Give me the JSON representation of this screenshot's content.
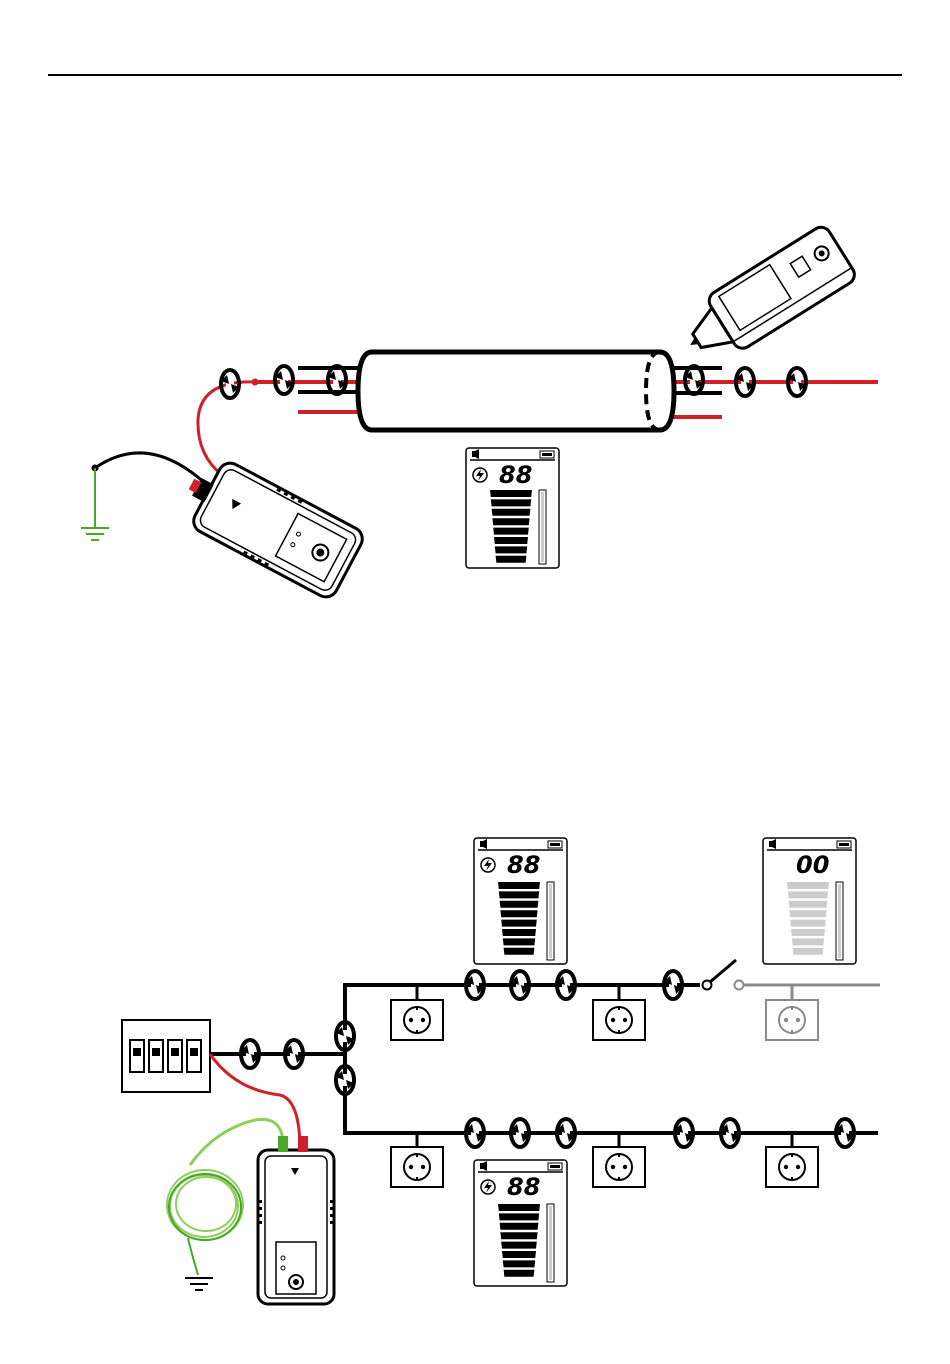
{
  "colors": {
    "cable": "#000000",
    "live": "#d0202a",
    "ground": "#4aa62a",
    "ground_coil": "#8ccf5a",
    "inactive": "#8a8a8a",
    "lcd_bg": "#ffffff",
    "lcd_inactive_bar": "#cccccc"
  },
  "icons": [
    "signal-arrow-icon",
    "ground-symbol-icon",
    "lightning-icon",
    "speaker-icon",
    "battery-icon",
    "socket-icon",
    "switch-icon",
    "breaker-icon"
  ],
  "figure1": {
    "display": {
      "value": "88",
      "state": "signal-strong",
      "bar_level": 1.0
    }
  },
  "figure2": {
    "display_top_left": {
      "value": "88",
      "state": "signal-strong",
      "bar_level": 1.0
    },
    "display_top_right": {
      "value": "00",
      "state": "no-signal",
      "bar_level": 0.0
    },
    "display_bottom": {
      "value": "88",
      "state": "signal-strong",
      "bar_level": 1.0
    }
  }
}
